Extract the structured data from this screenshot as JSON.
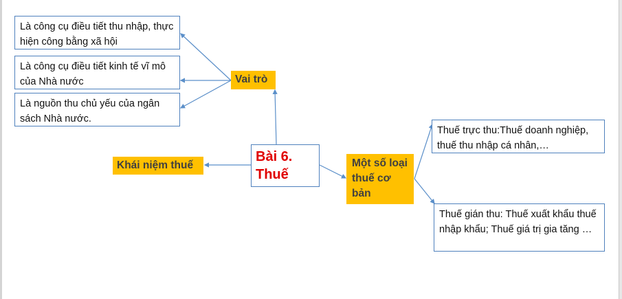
{
  "center": {
    "line1": "Bài 6.",
    "line2": "Thuế"
  },
  "roles": {
    "label": "Vai trò",
    "items": [
      "Là công cụ điều tiết thu nhập, thực hiện công bằng xã hội",
      "Là công cụ điều tiết kinh tế vĩ mô của Nhà nước",
      "Là nguồn thu chủ yếu của ngân sách Nhà nước."
    ]
  },
  "concept": {
    "label": "Khái niệm thuế"
  },
  "types": {
    "label": "Một số loại thuế cơ bản",
    "items": [
      "Thuế trực thu:Thuế doanh nghiệp, thuế thu nhập cá nhân,…",
      "Thuế gián thu: Thuế xuất khẩu thuế nhập khẩu; Thuế giá trị gia tăng …"
    ]
  },
  "colors": {
    "accent": "#ffc000",
    "border": "#4f81bd",
    "title": "#e00000"
  }
}
